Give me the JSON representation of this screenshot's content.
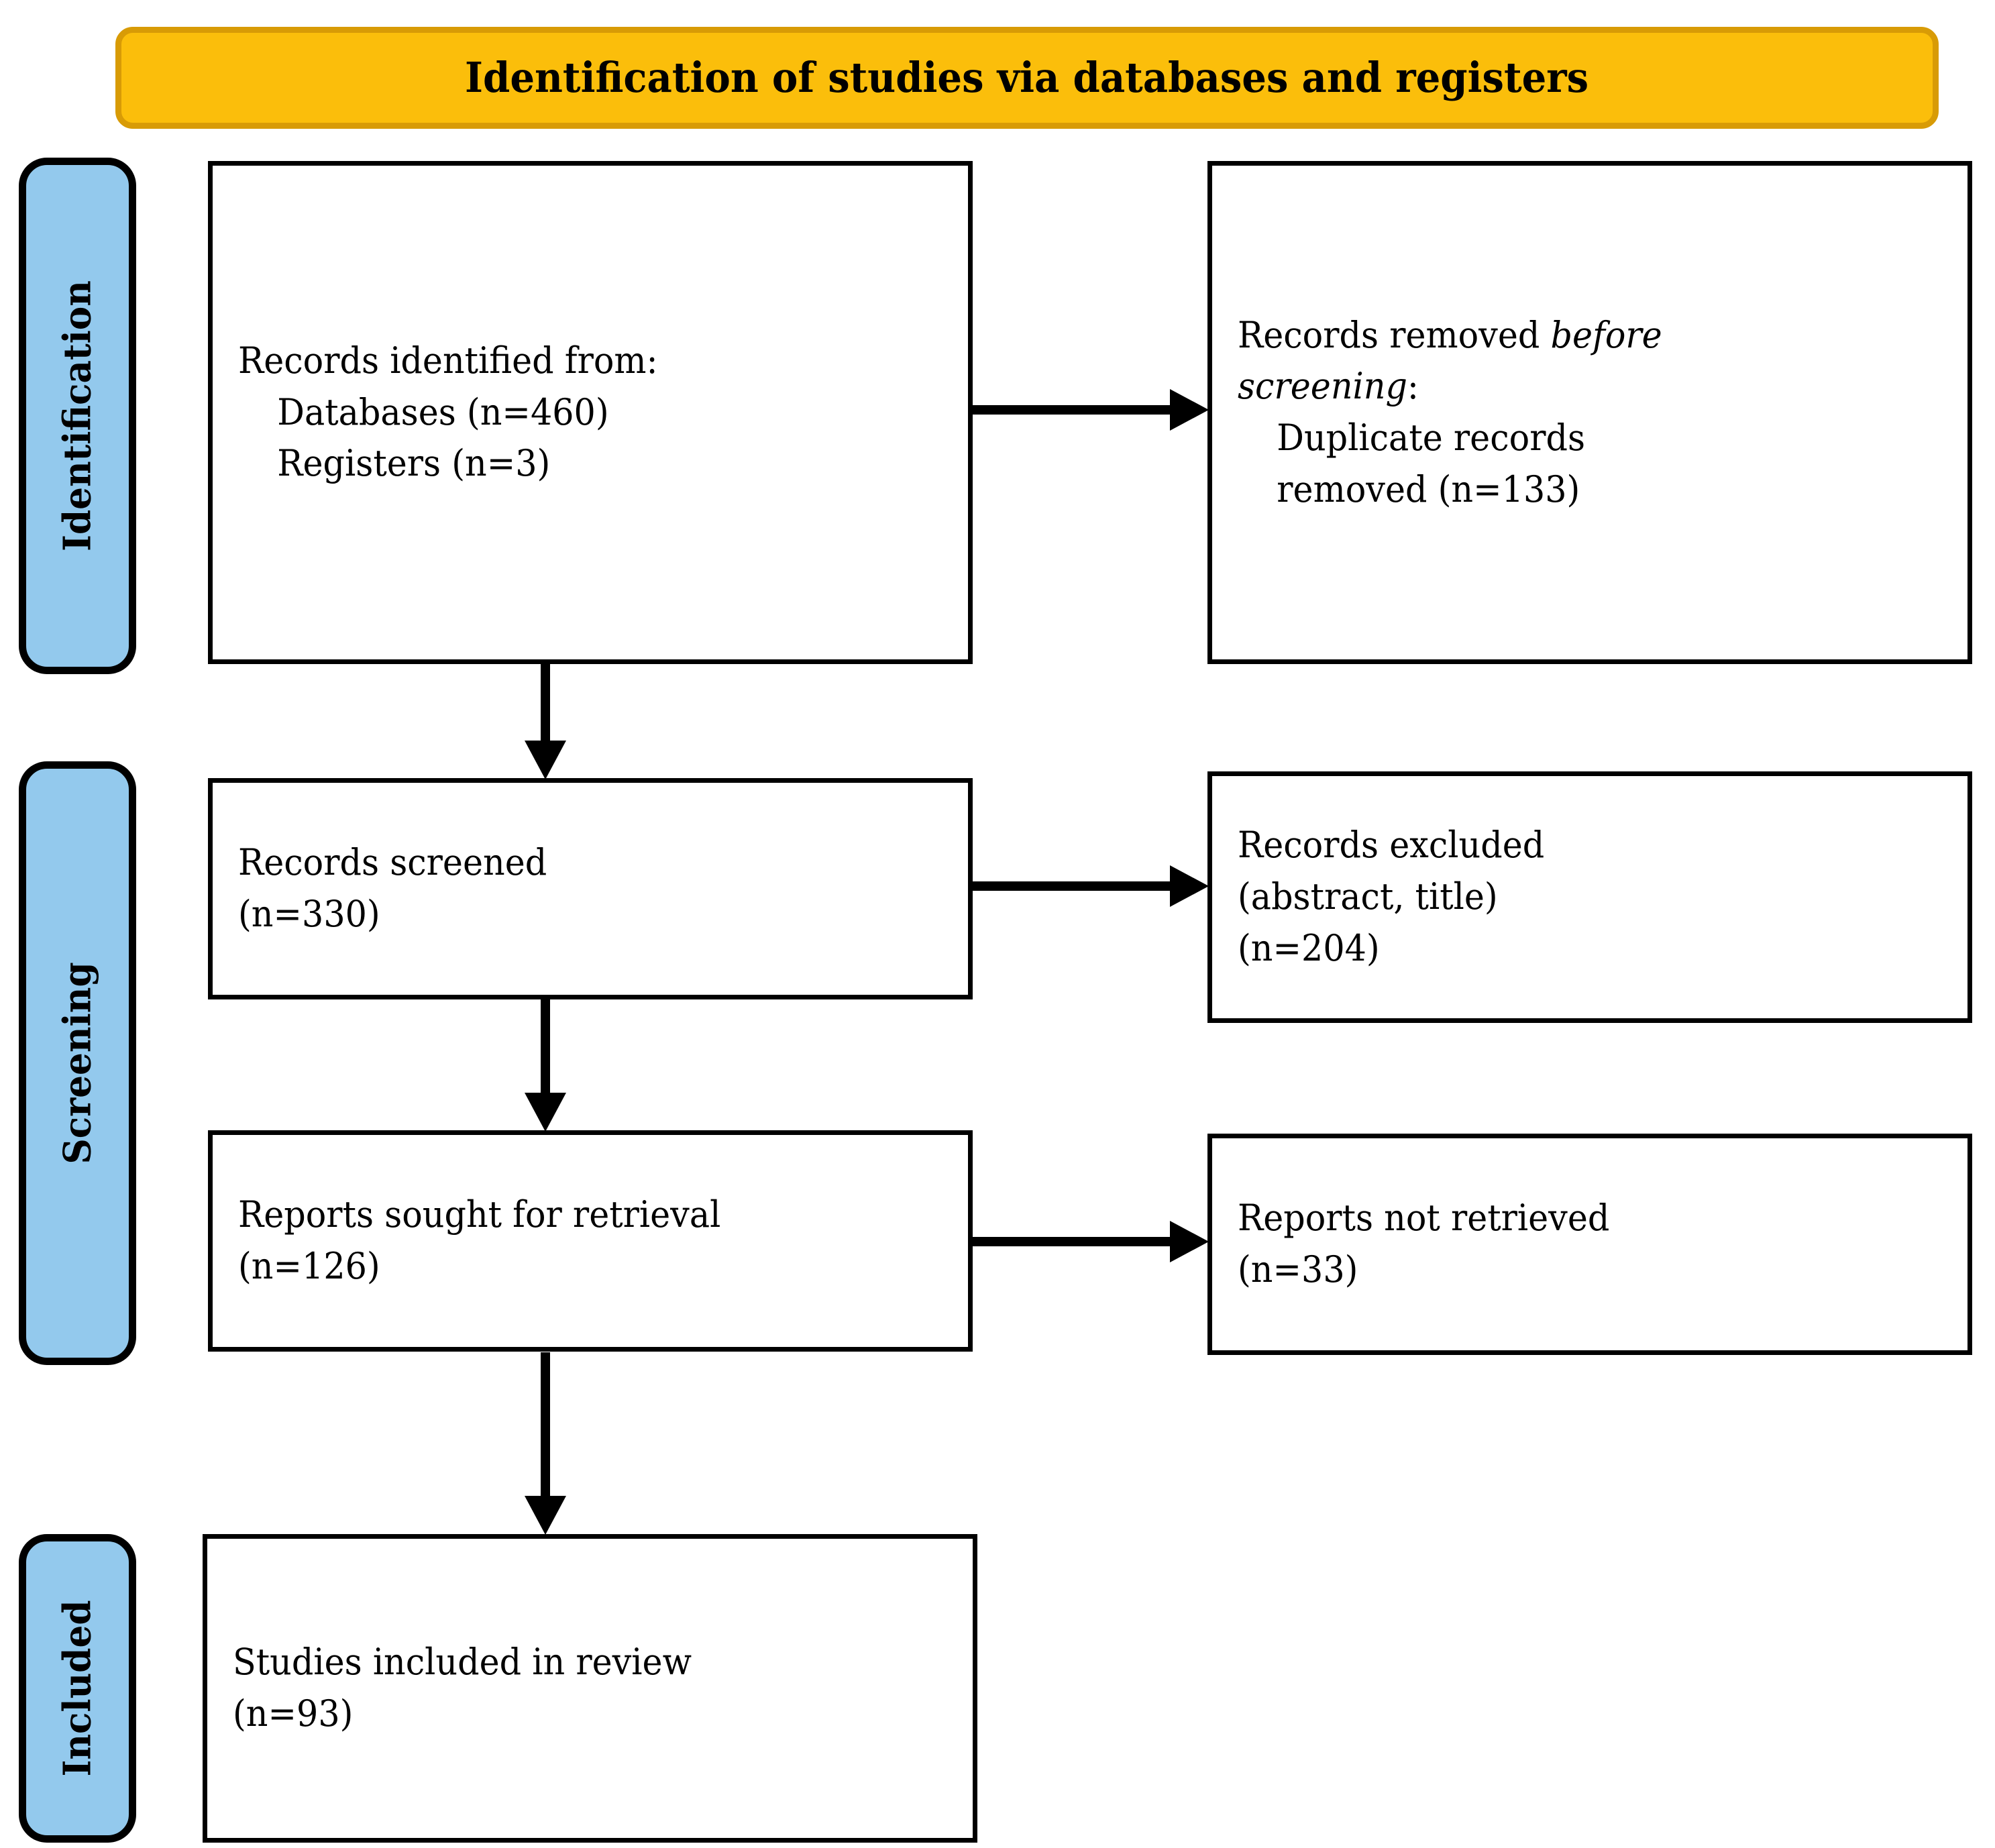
{
  "banner": {
    "title": "Identification of studies via databases and registers",
    "fill_color": "#FBBE0B",
    "border_color": "#D89B06"
  },
  "stages": [
    {
      "key": "identification",
      "label": "Identification",
      "fill_color": "#93C9ED"
    },
    {
      "key": "screening",
      "label": "Screening",
      "fill_color": "#93C9ED"
    },
    {
      "key": "included",
      "label": "Included",
      "fill_color": "#93C9ED"
    }
  ],
  "boxes": {
    "identified": {
      "line1": "Records identified from:",
      "line2": "Databases (n=460)",
      "line3": "Registers (n=3)"
    },
    "removed_before": {
      "line1_plain": "Records removed ",
      "line1_italic": "before",
      "line2_italic": "screening",
      "line2_plain": ":",
      "line3": "Duplicate records",
      "line4": "removed (n=133)"
    },
    "screened": {
      "line1": "Records screened",
      "line2": "(n=330)"
    },
    "excluded": {
      "line1": "Records excluded",
      "line2": "(abstract, title)",
      "line3": "(n=204)"
    },
    "sought": {
      "line1": "Reports sought for retrieval",
      "line2": "(n=126)"
    },
    "not_retrieved": {
      "line1": "Reports not retrieved",
      "line2": "(n=33)"
    },
    "included_review": {
      "line1": "Studies included in review",
      "line2": "(n=93)"
    }
  },
  "counts": {
    "databases": 460,
    "registers": 3,
    "duplicates_removed": 133,
    "records_screened": 330,
    "records_excluded": 204,
    "reports_sought": 126,
    "reports_not_retrieved": 33,
    "studies_included": 93
  }
}
